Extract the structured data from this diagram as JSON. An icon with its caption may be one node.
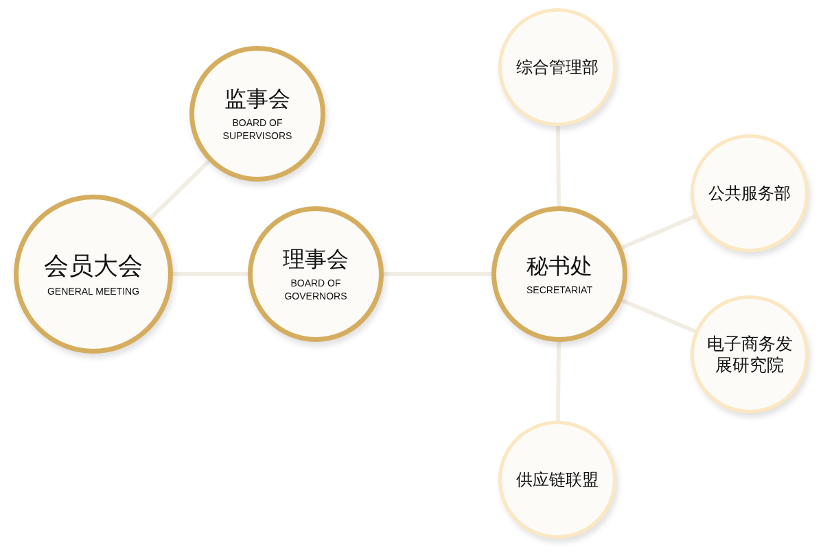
{
  "diagram": {
    "nodes": [
      {
        "text": [
          "会员大会",
          "GENERAL MEETING"
        ]
      },
      {
        "text": [
          "监事会",
          "BOARD OF SUPERVISORS"
        ]
      },
      {
        "text": [
          "理事会",
          "BOARD OF GOVERNORS"
        ]
      },
      {
        "text": [
          "秘书处",
          "SECRETARIAT"
        ]
      },
      {
        "text": [
          "综合管理部"
        ]
      },
      {
        "text": [
          "公共服务部"
        ]
      },
      {
        "text": [
          "电子商务发展研究院"
        ]
      },
      {
        "text": [
          "供应链联盟"
        ]
      }
    ],
    "edges": [
      {
        "from": 0,
        "to": 1,
        "arrow": "none"
      },
      {
        "from": 0,
        "to": 2,
        "arrow": "none"
      },
      {
        "from": 2,
        "to": 3,
        "arrow": "none"
      },
      {
        "from": 3,
        "to": 4,
        "arrow": "none"
      },
      {
        "from": 3,
        "to": 5,
        "arrow": "none"
      },
      {
        "from": 3,
        "to": 6,
        "arrow": "none"
      },
      {
        "from": 3,
        "to": 7,
        "arrow": "none"
      }
    ]
  }
}
